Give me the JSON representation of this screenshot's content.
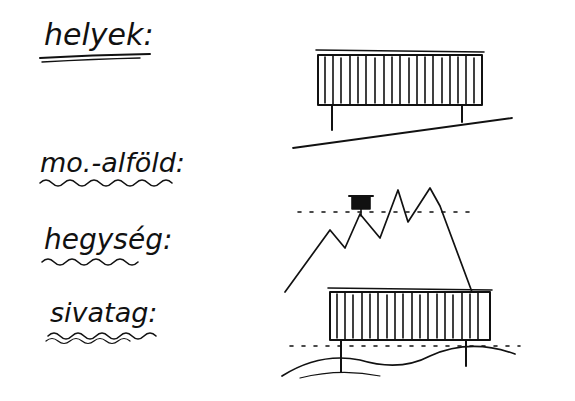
{
  "diagram": {
    "labels": [
      "helyek:",
      "mo.-alföld:",
      "hegység:",
      "sivatag:"
    ]
  }
}
